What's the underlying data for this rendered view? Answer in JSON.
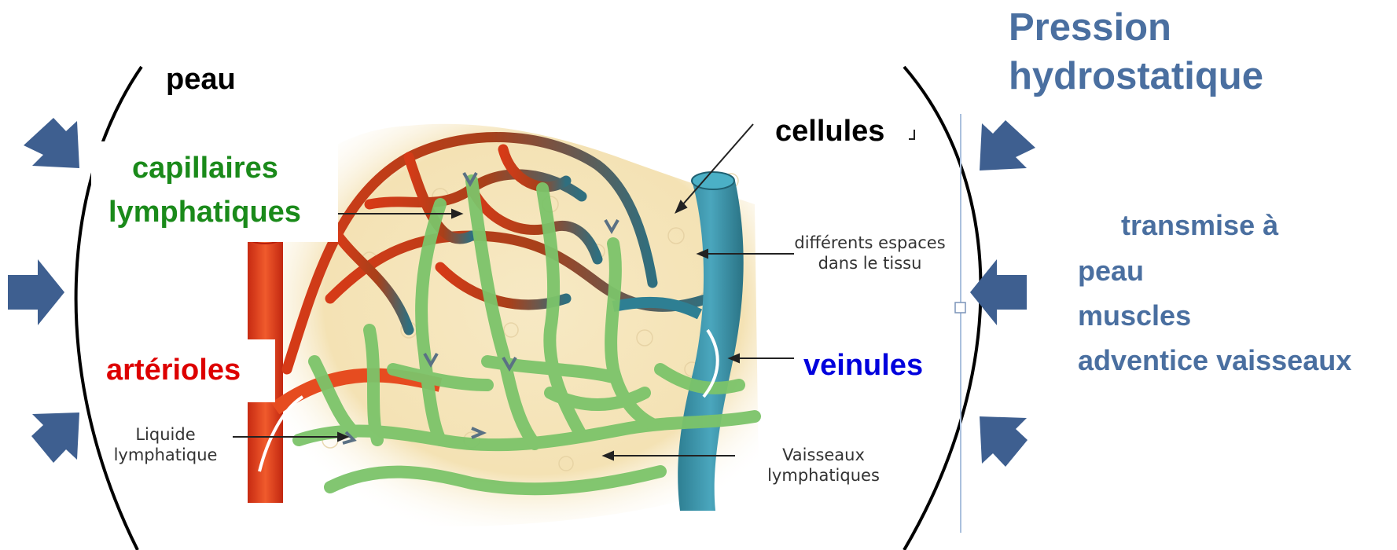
{
  "title": {
    "line1": "Pression",
    "line2": "hydrostatique"
  },
  "labels": {
    "skin": "peau",
    "cells": "cellules",
    "lymph_capillaries_1": "capillaires",
    "lymph_capillaries_2": "lymphatiques",
    "arterioles": "artérioles",
    "venules": "veinules"
  },
  "figure_labels": {
    "spaces_1": "différents espaces",
    "spaces_2": "dans le tissu",
    "liquid_1": "Liquide",
    "liquid_2": "lymphatique",
    "vessels_1": "Vaisseaux",
    "vessels_2": "lymphatiques"
  },
  "transmission": {
    "heading": "transmise à",
    "items": [
      "peau",
      "muscles",
      "adventice vaisseaux"
    ]
  },
  "colors": {
    "title_blue": "#4a6fa0",
    "arrow_blue": "#3e5f90",
    "lymph_green": "#1a8a1a",
    "artery_red": "#dd0000",
    "venule_blue": "#0000dd"
  }
}
